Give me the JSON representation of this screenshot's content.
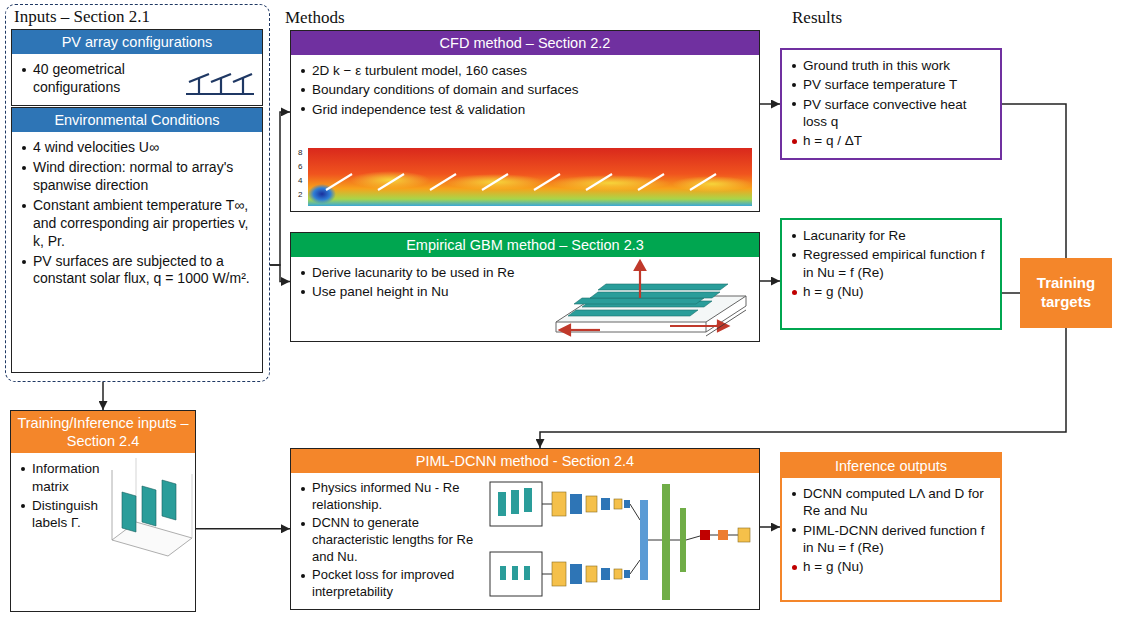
{
  "diagram": {
    "nodes": [
      {
        "text": [
          "Inputs – Section 2.1"
        ]
      },
      {
        "text": [
          "PV array configurations",
          "40 geometrical configurations"
        ],
        "in": 0
      },
      {
        "text": [
          "Environmental Conditions",
          "4 wind velocities U∞",
          "Wind direction: normal to array's spanwise direction",
          "Constant ambient temperature T∞, and corresponding air properties v, k, Pr.",
          "PV surfaces are subjected to a constant solar flux, q = 1000 W/m²."
        ],
        "in": 0
      },
      {
        "text": [
          "CFD method – Section 2.2",
          "2D k − ε turbulent model, 160 cases",
          "Boundary conditions of domain and surfaces",
          "Grid independence test & validation"
        ]
      },
      {
        "text": [
          "Empirical GBM method – Section 2.3",
          "Derive lacunarity to be used in Re",
          "Use panel height in Nu"
        ]
      },
      {
        "text": [
          "Training/Inference inputs – Section 2.4",
          "Information matrix",
          "Distinguish labels Γ."
        ]
      },
      {
        "text": [
          "PIML-DCNN method - Section 2.4",
          "Physics informed Nu - Re relationship.",
          "DCNN to generate characteristic lengths for Re and Nu.",
          "Pocket loss for improved interpretability"
        ]
      },
      {
        "text": [
          "Ground truth in this work",
          "PV surface temperature T",
          "PV surface convective heat loss q",
          "h = q / ΔT"
        ]
      },
      {
        "text": [
          "Lacunarity for Re",
          "Regressed empirical function f in Nu = f (Re)",
          "h = g (Nu)"
        ]
      },
      {
        "text": [
          "Training targets"
        ]
      },
      {
        "text": [
          "Inference outputs",
          "DCNN computed LΛ and D for Re and Nu",
          "PIML-DCNN derived function f in Nu = f (Re)",
          "h = g (Nu)"
        ]
      }
    ],
    "edges": [
      {
        "from": 0,
        "to": 3,
        "arrow": "to"
      },
      {
        "from": 0,
        "to": 4,
        "arrow": "to"
      },
      {
        "from": 3,
        "to": 7,
        "arrow": "to"
      },
      {
        "from": 4,
        "to": 8,
        "arrow": "to"
      },
      {
        "from": 7,
        "to": 9,
        "arrow": "none"
      },
      {
        "from": 8,
        "to": 9,
        "arrow": "none"
      },
      {
        "from": 9,
        "to": 6,
        "arrow": "to"
      },
      {
        "from": 0,
        "to": 5,
        "arrow": "to"
      },
      {
        "from": 5,
        "to": 6,
        "arrow": "to"
      },
      {
        "from": 6,
        "to": 10,
        "arrow": "to"
      }
    ],
    "labels": [
      "Methods",
      "Results",
      "8",
      "6",
      "4",
      "2"
    ]
  }
}
